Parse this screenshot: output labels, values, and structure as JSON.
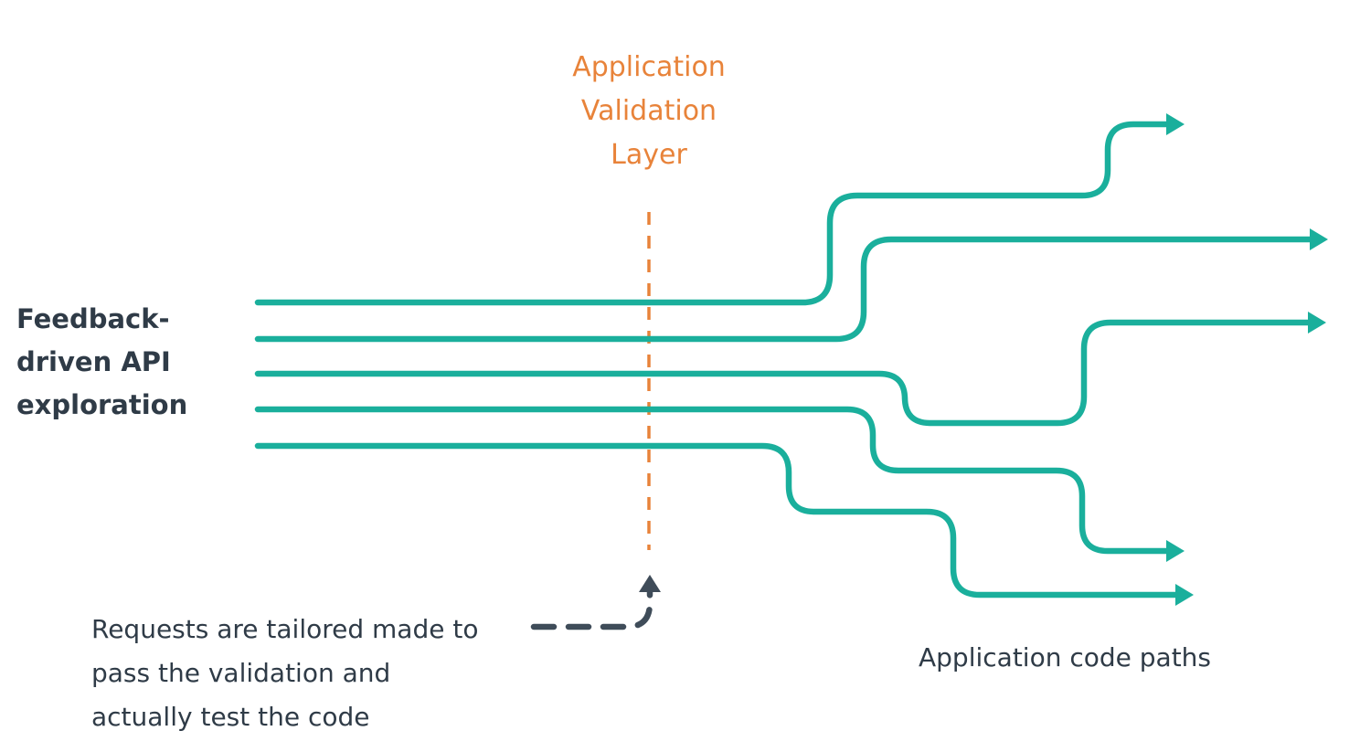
{
  "layer_title_lines": [
    "Application",
    "Validation",
    "Layer"
  ],
  "left_label_lines": [
    "Feedback-",
    "driven API",
    "exploration"
  ],
  "note_lines": [
    "Requests are tailored made to",
    "pass the validation and",
    "actually test the code"
  ],
  "paths_label": "Application code paths",
  "colors": {
    "path": "#1aaf9c",
    "layer": "#e8833a",
    "text": "#2f3b47"
  },
  "icons": [
    "arrowhead-icon",
    "curved-arrow-icon"
  ],
  "path_count": 5
}
